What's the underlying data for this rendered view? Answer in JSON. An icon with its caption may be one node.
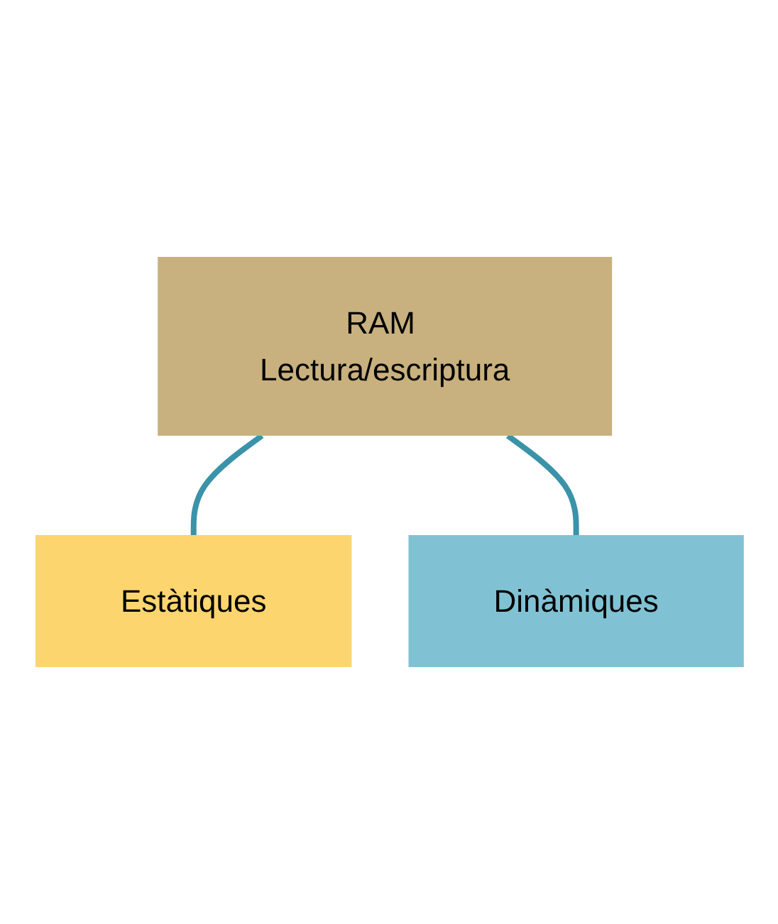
{
  "diagram": {
    "nodes": [
      {
        "text": [
          "RAM Lectura/escriptura"
        ]
      },
      {
        "text": [
          "Estàtiques"
        ]
      },
      {
        "text": [
          "Dinàmiques"
        ]
      }
    ],
    "edges": [
      {
        "from": 0,
        "to": 1,
        "arrow": "none"
      },
      {
        "from": 0,
        "to": 2,
        "arrow": "none"
      }
    ]
  }
}
